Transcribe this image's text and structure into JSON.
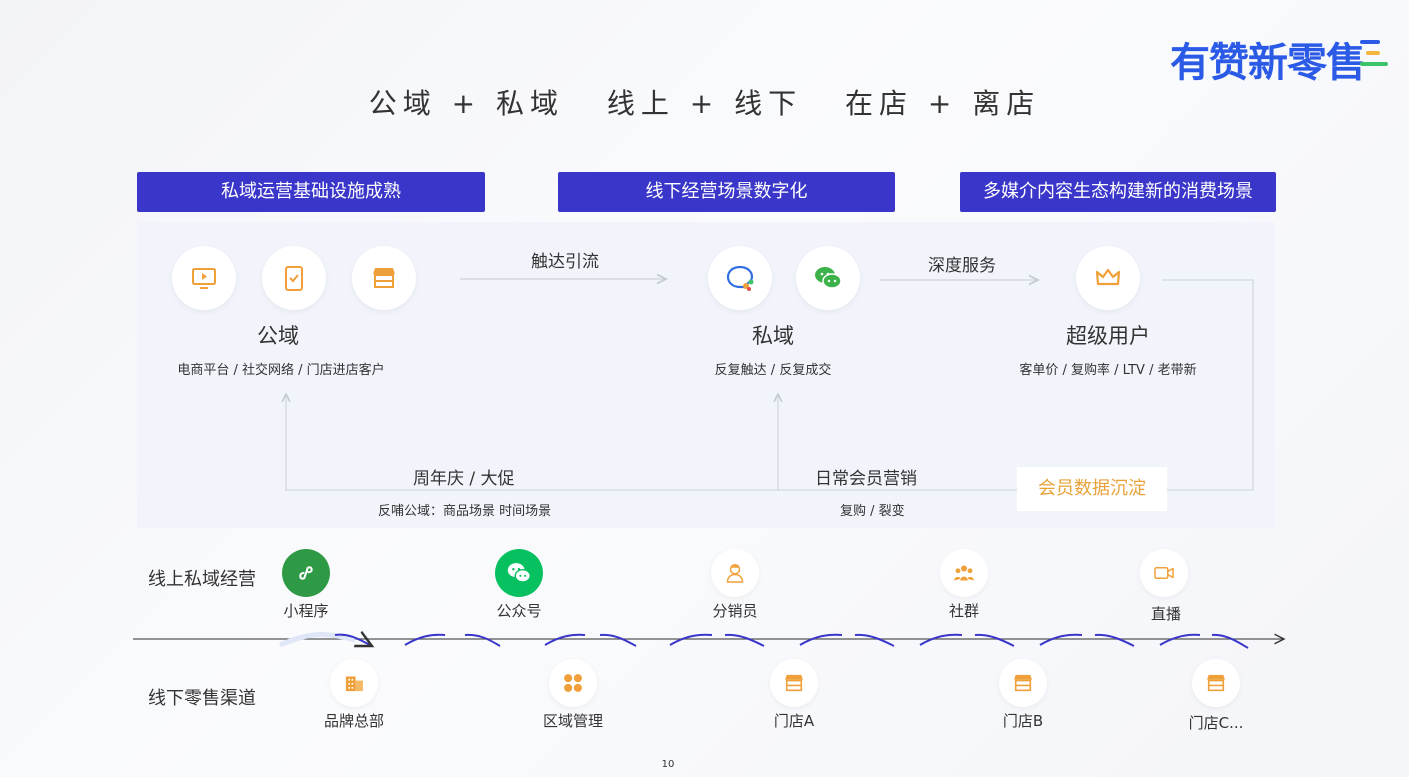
{
  "brand": {
    "name": "有赞新零售",
    "bar_colors": [
      "#2b5be6",
      "#f4b63c",
      "#3cc46a"
    ]
  },
  "headline": {
    "part1": "公域 + 私域",
    "part2": "线上 + 线下",
    "part3": "在店 + 离店"
  },
  "pills": {
    "left": "私域运营基础设施成熟",
    "middle": "线下经营场景数字化",
    "right": "多媒介内容生态构建新的消费场景"
  },
  "flow": {
    "public": {
      "title": "公域",
      "sub": "电商平台 / 社交网络 / 门店进店客户"
    },
    "arrow1": "触达引流",
    "private": {
      "title": "私域",
      "sub": "反复触达 / 反复成交"
    },
    "arrow2": "深度服务",
    "super": {
      "title": "超级用户",
      "sub": "客单价 / 复购率 / LTV /  老带新"
    },
    "loop_left": {
      "label": "周年庆 / 大促",
      "sub": "反哺公域：商品场景 时间场景"
    },
    "loop_right": {
      "label": "日常会员营销",
      "sub": "复购 / 裂变"
    },
    "member_data": "会员数据沉淀"
  },
  "online": {
    "label": "线上私域经营",
    "items": [
      {
        "label": "小程序",
        "icon": "mini-program-icon"
      },
      {
        "label": "公众号",
        "icon": "wechat-icon"
      },
      {
        "label": "分销员",
        "icon": "distributor-icon"
      },
      {
        "label": "社群",
        "icon": "community-icon"
      },
      {
        "label": "直播",
        "icon": "live-video-icon"
      }
    ]
  },
  "offline": {
    "label": "线下零售渠道",
    "items": [
      {
        "label": "品牌总部",
        "icon": "building-icon"
      },
      {
        "label": "区域管理",
        "icon": "region-grid-icon"
      },
      {
        "label": "门店A",
        "icon": "store-icon"
      },
      {
        "label": "门店B",
        "icon": "store-icon"
      },
      {
        "label": "门店C...",
        "icon": "store-icon"
      }
    ]
  },
  "colors": {
    "accent": "#3a36c9",
    "orange": "#f0a03a",
    "green": "#07c160",
    "dark_green": "#2f9a46"
  },
  "page_number": "10"
}
